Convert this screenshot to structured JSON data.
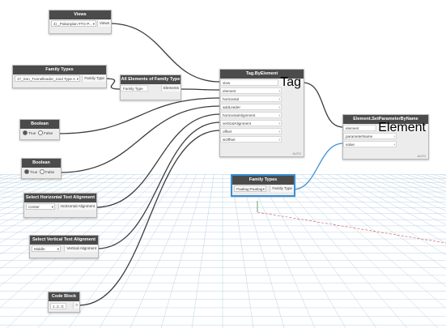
{
  "colors": {
    "accent_selected": "#3b8fd6",
    "header": "#4b4b4b",
    "node_body": "#ececec",
    "wire": "#3c3c3c"
  },
  "nodes": {
    "views": {
      "title": "Views",
      "value": "4) _Pakanplan #TG-P...",
      "output": "Views"
    },
    "family_types_1": {
      "title": "Family Types",
      "value": "17_Son_Tunnelleader_rond Type A",
      "output": "Family Type"
    },
    "all_elements": {
      "title": "All Elements of Family Type",
      "input": "Family Type",
      "output": "Elements"
    },
    "tag_by_element": {
      "title": "Tag.ByElement",
      "inputs": [
        "view",
        "element",
        "horizontal",
        "addLeader",
        "horizontalAlignment",
        "verticalAlignment",
        "offset",
        "isOffset"
      ],
      "output": "Tag",
      "lacing": "AUTO"
    },
    "set_parameter": {
      "title": "Element.SetParameterByName",
      "inputs": [
        "element",
        "parameterName",
        "value"
      ],
      "output": "Element",
      "lacing": "AUTO"
    },
    "boolean_1": {
      "title": "Boolean",
      "true_label": "True",
      "false_label": "False"
    },
    "boolean_2": {
      "title": "Boolean",
      "true_label": "True",
      "false_label": "False"
    },
    "family_types_2": {
      "title": "Family Types",
      "value": "Paaltag:Paaltag",
      "output": "Family Type"
    },
    "horiz_align": {
      "title": "Select Horizontal Text Alignment",
      "value": "Center",
      "output": "Horizontal Alignment"
    },
    "vert_align": {
      "title": "Select Vertical Text Alignment",
      "value": "Middle",
      "output": "Vertical Alignment"
    },
    "code_block": {
      "title": "Code Block",
      "code": "1..2..3;",
      "output": ">"
    }
  }
}
